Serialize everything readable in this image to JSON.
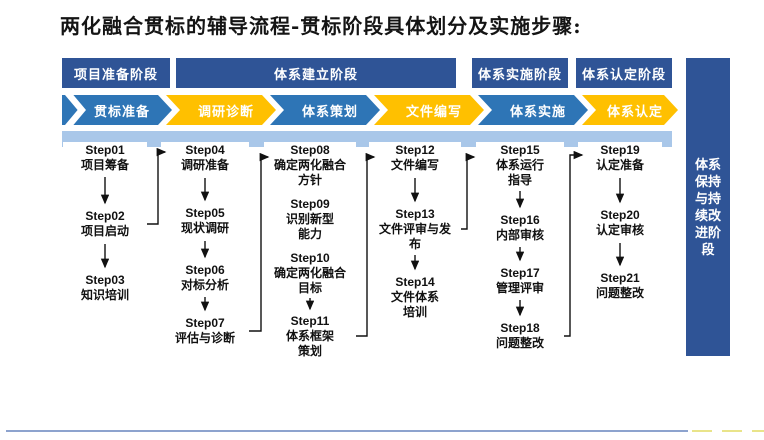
{
  "title": "两化融合贯标的辅导流程-贯标阶段具体划分及实施步骤:",
  "phases": [
    {
      "label": "项目准备阶段"
    },
    {
      "label": "体系建立阶段"
    },
    {
      "label": "体系实施阶段"
    },
    {
      "label": "体系认定阶段"
    }
  ],
  "side_phase": {
    "label": "体系\n保持\n与持\n续改\n进阶\n段"
  },
  "chevrons": [
    {
      "label": "贯标准备",
      "color": "#2E75B6"
    },
    {
      "label": "调研诊断",
      "color": "#FFC000"
    },
    {
      "label": "体系策划",
      "color": "#2E75B6"
    },
    {
      "label": "文件编写",
      "color": "#FFC000"
    },
    {
      "label": "体系实施",
      "color": "#2E75B6"
    },
    {
      "label": "体系认定",
      "color": "#FFC000"
    }
  ],
  "columns": [
    {
      "steps": [
        {
          "id": "Step01",
          "label": "项目筹备"
        },
        {
          "id": "Step02",
          "label": "项目启动"
        },
        {
          "id": "Step03",
          "label": "知识培训"
        }
      ]
    },
    {
      "steps": [
        {
          "id": "Step04",
          "label": "调研准备"
        },
        {
          "id": "Step05",
          "label": "现状调研"
        },
        {
          "id": "Step06",
          "label": "对标分析"
        },
        {
          "id": "Step07",
          "label": "评估与诊断"
        }
      ]
    },
    {
      "steps": [
        {
          "id": "Step08",
          "label": "确定两化融合\n方针"
        },
        {
          "id": "Step09",
          "label": "识别新型\n能力"
        },
        {
          "id": "Step10",
          "label": "确定两化融合\n目标"
        },
        {
          "id": "Step11",
          "label": "体系框架\n策划"
        }
      ]
    },
    {
      "steps": [
        {
          "id": "Step12",
          "label": "文件编写"
        },
        {
          "id": "Step13",
          "label": "文件评审与发\n布"
        },
        {
          "id": "Step14",
          "label": "文件体系\n培训"
        }
      ]
    },
    {
      "steps": [
        {
          "id": "Step15",
          "label": "体系运行\n指导"
        },
        {
          "id": "Step16",
          "label": "内部审核"
        },
        {
          "id": "Step17",
          "label": "管理评审"
        },
        {
          "id": "Step18",
          "label": "问题整改"
        }
      ]
    },
    {
      "steps": [
        {
          "id": "Step19",
          "label": "认定准备"
        },
        {
          "id": "Step20",
          "label": "认定审核"
        },
        {
          "id": "Step21",
          "label": "问题整改"
        }
      ]
    }
  ],
  "colors": {
    "phase_bar": "#2F5496",
    "chevron_blue": "#2E75B6",
    "chevron_yellow": "#FFC000",
    "band": "#A9C7E9",
    "bottom_line": "#8DA3CE",
    "bottom_dashes": "#E9E48A"
  }
}
